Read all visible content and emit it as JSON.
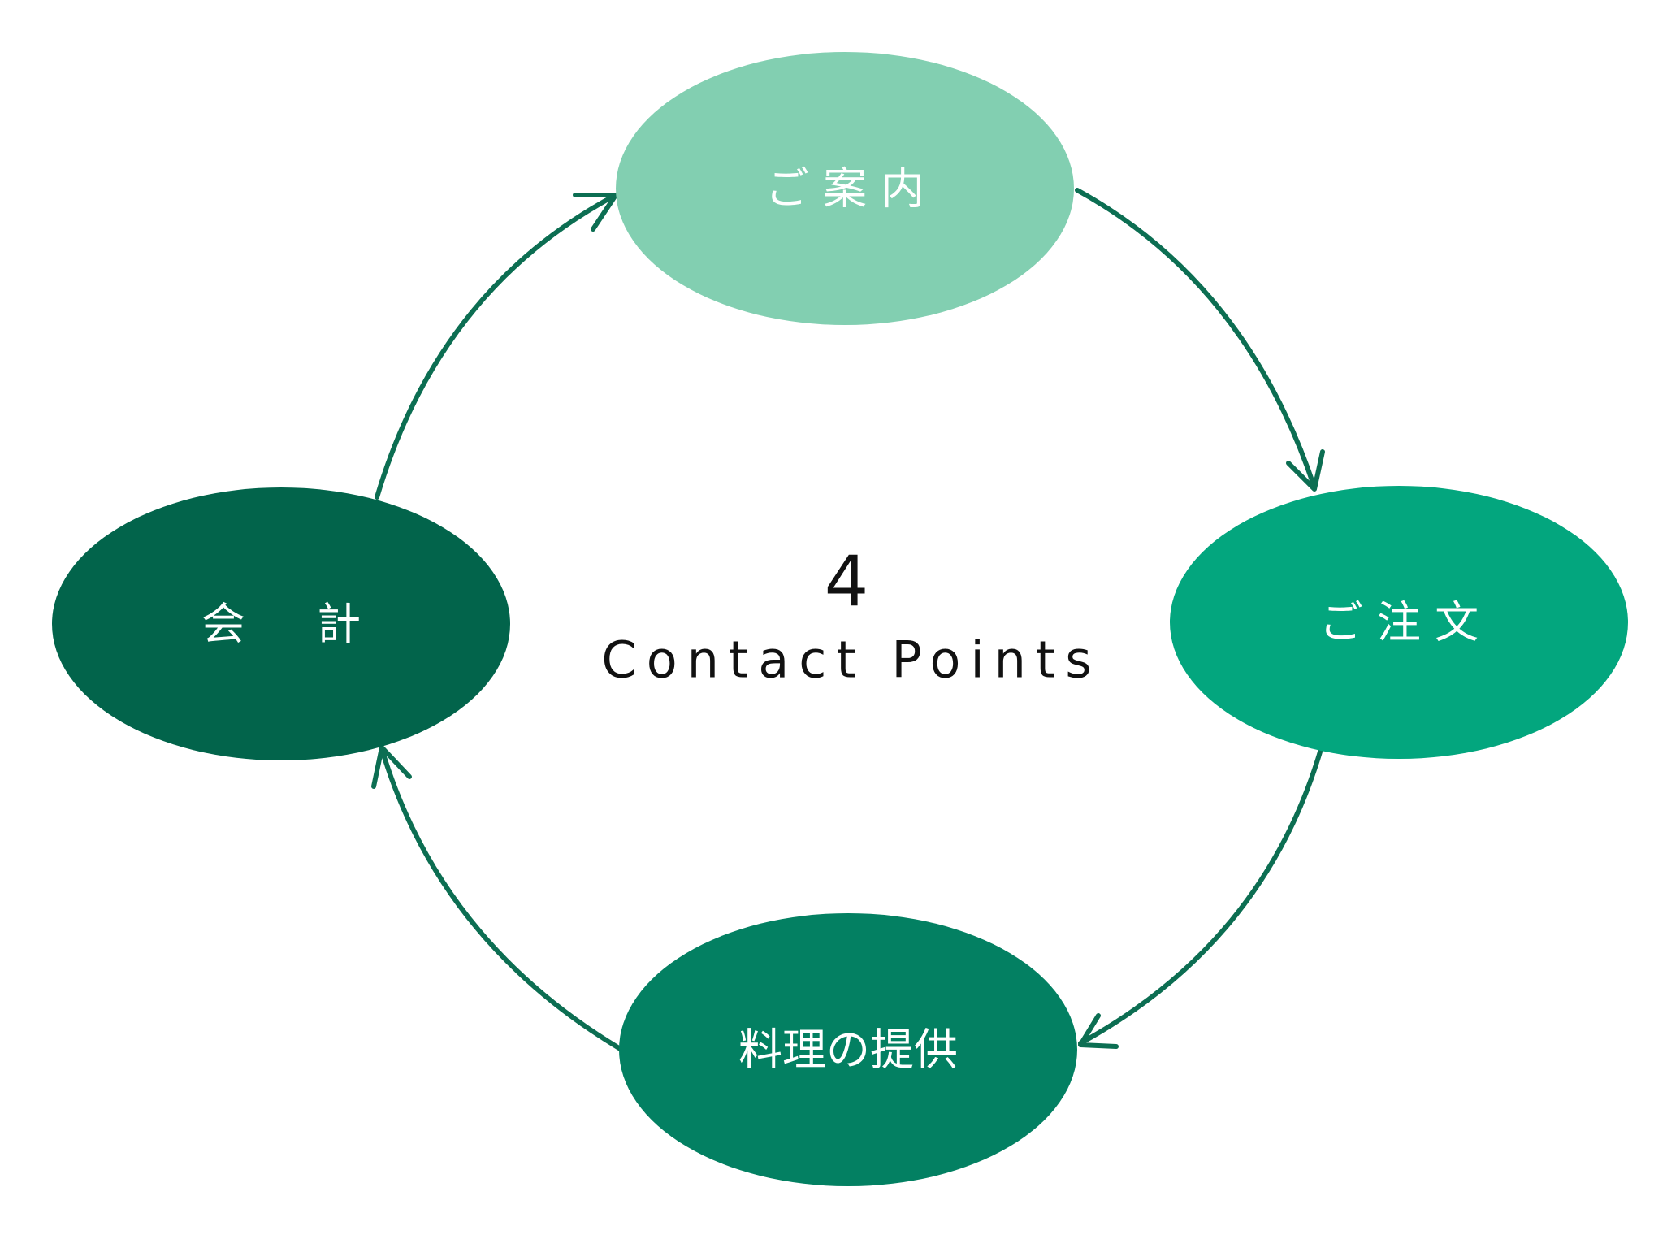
{
  "center": {
    "number": "4",
    "caption": "Contact Points"
  },
  "steps": [
    {
      "label": "ご 案 内",
      "color": "#82cfb1"
    },
    {
      "label": "ご 注 文",
      "color": "#03a67e"
    },
    {
      "label": "料理の提供",
      "color": "#038062"
    },
    {
      "label": "会 　 計",
      "color": "#02644b"
    }
  ],
  "arrow_color": "#0c6e52"
}
